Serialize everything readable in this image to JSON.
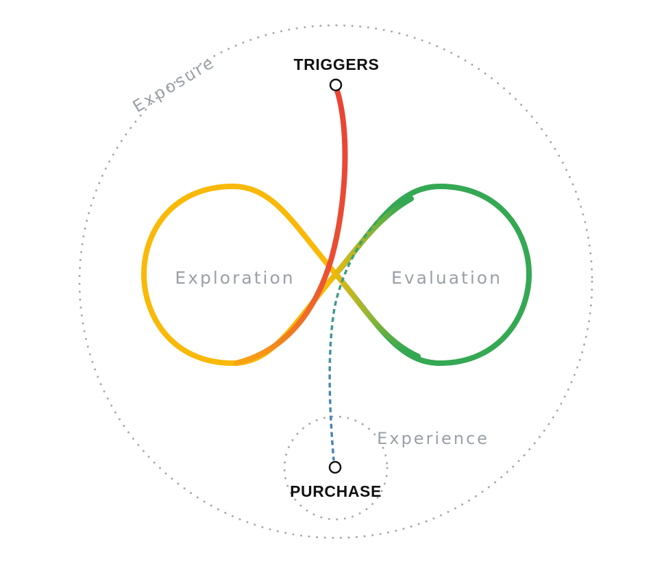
{
  "diagram": {
    "nodes": {
      "triggers": "TRIGGERS",
      "purchase": "PURCHASE"
    },
    "loops": {
      "exploration": "Exploration",
      "evaluation": "Evaluation"
    },
    "rings": {
      "exposure": "Exposure",
      "experience": "Experience"
    },
    "colors": {
      "exploration": "#F9B908",
      "evaluation": "#34A853",
      "triggers_path": "#EA4335",
      "purchase_path": "#4A7DC4",
      "ring_dots": "#A8ABAF",
      "label_gray": "#9AA0A6"
    }
  }
}
